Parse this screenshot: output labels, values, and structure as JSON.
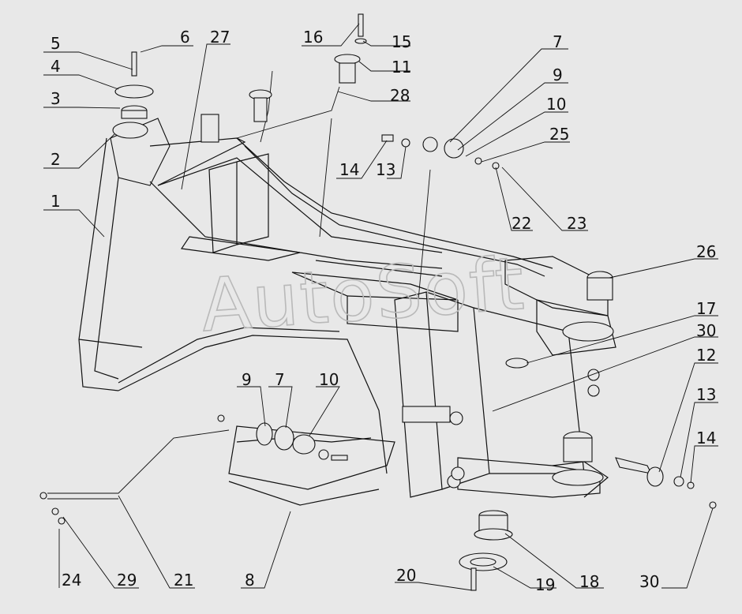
{
  "diagram": {
    "watermark": "AutoSoft",
    "callouts": [
      {
        "id": "c1",
        "label": "1"
      },
      {
        "id": "c2",
        "label": "2"
      },
      {
        "id": "c3",
        "label": "3"
      },
      {
        "id": "c4",
        "label": "4"
      },
      {
        "id": "c5",
        "label": "5"
      },
      {
        "id": "c6",
        "label": "6"
      },
      {
        "id": "c27",
        "label": "27"
      },
      {
        "id": "c16",
        "label": "16"
      },
      {
        "id": "c15",
        "label": "15"
      },
      {
        "id": "c11",
        "label": "11"
      },
      {
        "id": "c28",
        "label": "28"
      },
      {
        "id": "c7a",
        "label": "7"
      },
      {
        "id": "c9a",
        "label": "9"
      },
      {
        "id": "c10a",
        "label": "10"
      },
      {
        "id": "c25",
        "label": "25"
      },
      {
        "id": "c14a",
        "label": "14"
      },
      {
        "id": "c13a",
        "label": "13"
      },
      {
        "id": "c22",
        "label": "22"
      },
      {
        "id": "c23",
        "label": "23"
      },
      {
        "id": "c26",
        "label": "26"
      },
      {
        "id": "c17",
        "label": "17"
      },
      {
        "id": "c30a",
        "label": "30"
      },
      {
        "id": "c12",
        "label": "12"
      },
      {
        "id": "c13b",
        "label": "13"
      },
      {
        "id": "c14b",
        "label": "14"
      },
      {
        "id": "c9b",
        "label": "9"
      },
      {
        "id": "c7b",
        "label": "7"
      },
      {
        "id": "c10b",
        "label": "10"
      },
      {
        "id": "c24",
        "label": "24"
      },
      {
        "id": "c29",
        "label": "29"
      },
      {
        "id": "c21",
        "label": "21"
      },
      {
        "id": "c8",
        "label": "8"
      },
      {
        "id": "c20",
        "label": "20"
      },
      {
        "id": "c19",
        "label": "19"
      },
      {
        "id": "c18",
        "label": "18"
      },
      {
        "id": "c30b",
        "label": "30"
      }
    ]
  }
}
